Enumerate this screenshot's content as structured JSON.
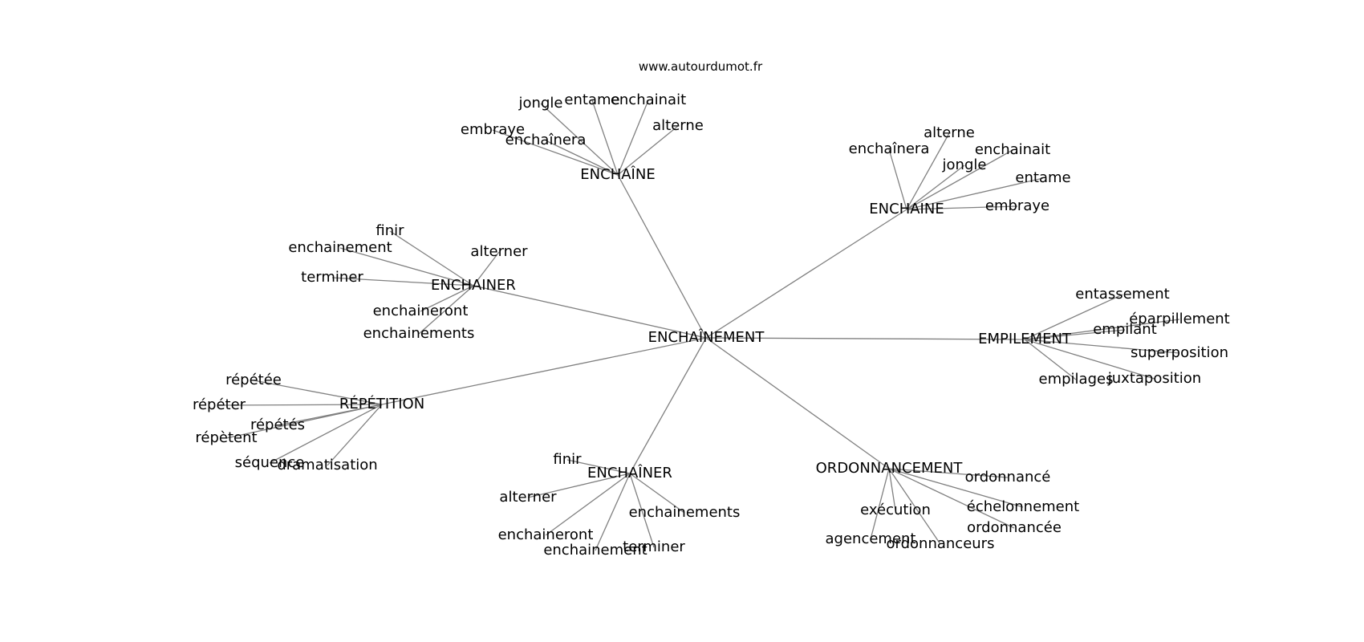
{
  "source": "www.autourdumot.fr",
  "colors": {
    "edge": "#808080",
    "text": "#000000",
    "background": "#ffffff"
  },
  "graph": {
    "center": "ENCHAÎNEMENT",
    "hubs": [
      {
        "label": "ENCHAÎNE",
        "leaves": [
          "jongle",
          "entame",
          "enchainait",
          "embraye",
          "enchaînera",
          "alterne"
        ]
      },
      {
        "label": "ENCHAINE",
        "leaves": [
          "alterne",
          "enchaînera",
          "enchainait",
          "jongle",
          "entame",
          "embraye"
        ]
      },
      {
        "label": "ENCHAINER",
        "leaves": [
          "finir",
          "enchainement",
          "alterner",
          "terminer",
          "enchaineront",
          "enchainements"
        ]
      },
      {
        "label": "EMPILEMENT",
        "leaves": [
          "entassement",
          "éparpillement",
          "empilant",
          "superposition",
          "empilages",
          "juxtaposition"
        ]
      },
      {
        "label": "RÉPÉTITION",
        "leaves": [
          "répétée",
          "répéter",
          "répétés",
          "répètent",
          "séquence",
          "dramatisation"
        ]
      },
      {
        "label": "ENCHAÎNER",
        "leaves": [
          "finir",
          "alterner",
          "enchainements",
          "enchaineront",
          "enchainement",
          "terminer"
        ]
      },
      {
        "label": "ORDONNANCEMENT",
        "leaves": [
          "ordonnancé",
          "exécution",
          "échelonnement",
          "ordonnancée",
          "agencement",
          "ordonnanceurs"
        ]
      }
    ]
  }
}
